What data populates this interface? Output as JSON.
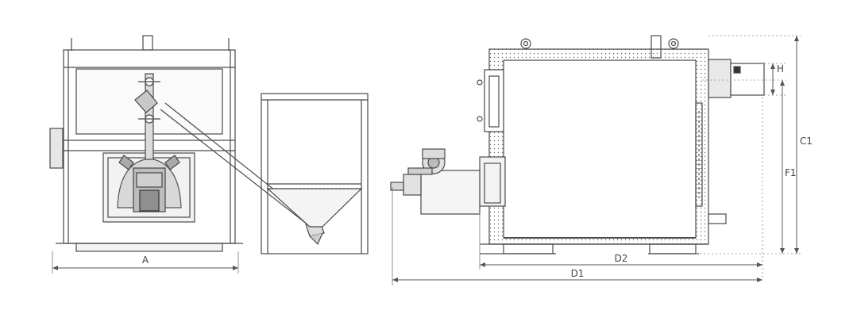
{
  "dimensions": {
    "a": "A",
    "h": "H",
    "c1": "C1",
    "f1": "F1",
    "d2": "D2",
    "d1": "D1"
  },
  "colors": {
    "line": "#4a4a4a",
    "light": "#8a8a8a",
    "fill": "#e6e6e6",
    "dark": "#777777"
  }
}
